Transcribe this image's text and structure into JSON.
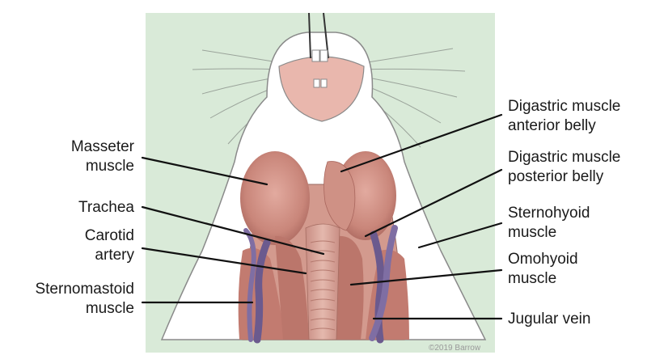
{
  "figure": {
    "labels": {
      "masseter": [
        "Masseter",
        "muscle"
      ],
      "trachea": [
        "Trachea"
      ],
      "carotid": [
        "Carotid",
        "artery"
      ],
      "sternomastoid": [
        "Sternomastoid",
        "muscle"
      ],
      "digastric_anterior": [
        "Digastric muscle",
        "anterior belly"
      ],
      "digastric_posterior": [
        "Digastric muscle",
        "posterior belly"
      ],
      "sternohyoid": [
        "Sternohyoid",
        "muscle"
      ],
      "omohyoid": [
        "Omohyoid",
        "muscle"
      ],
      "jugular": [
        "Jugular vein"
      ]
    },
    "copyright": "©2019 Barrow",
    "colors": {
      "background_panel": "#d9ead8",
      "fur": "#ffffff",
      "fur_outline": "#8a8a8a",
      "muscle": "#c9867a",
      "muscle_shade": "#b06f66",
      "vessel": "#6b5a8e",
      "trachea": "#d7a79c"
    }
  }
}
